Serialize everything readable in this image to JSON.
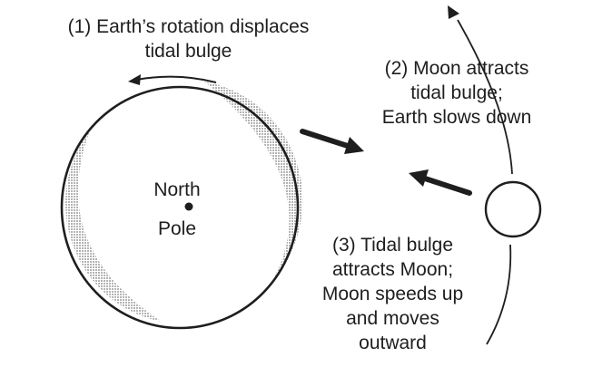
{
  "labels": {
    "step1": [
      "(1)  Earth’s rotation displaces",
      "tidal bulge"
    ],
    "step2": [
      "(2)  Moon attracts",
      "tidal bulge;",
      "Earth slows down"
    ],
    "step3": [
      "(3)  Tidal bulge",
      "attracts Moon;",
      "Moon speeds up",
      "and moves",
      "outward"
    ],
    "earth_center": [
      "North",
      "Pole"
    ]
  },
  "colors": {
    "ink": "#1e1e1e",
    "bulge_shading": "#b4b4b4",
    "background": "#ffffff"
  },
  "icons": {
    "rotation_arrow": "curved-arrow-left",
    "orbit_arrow": "arrow-up-left"
  }
}
